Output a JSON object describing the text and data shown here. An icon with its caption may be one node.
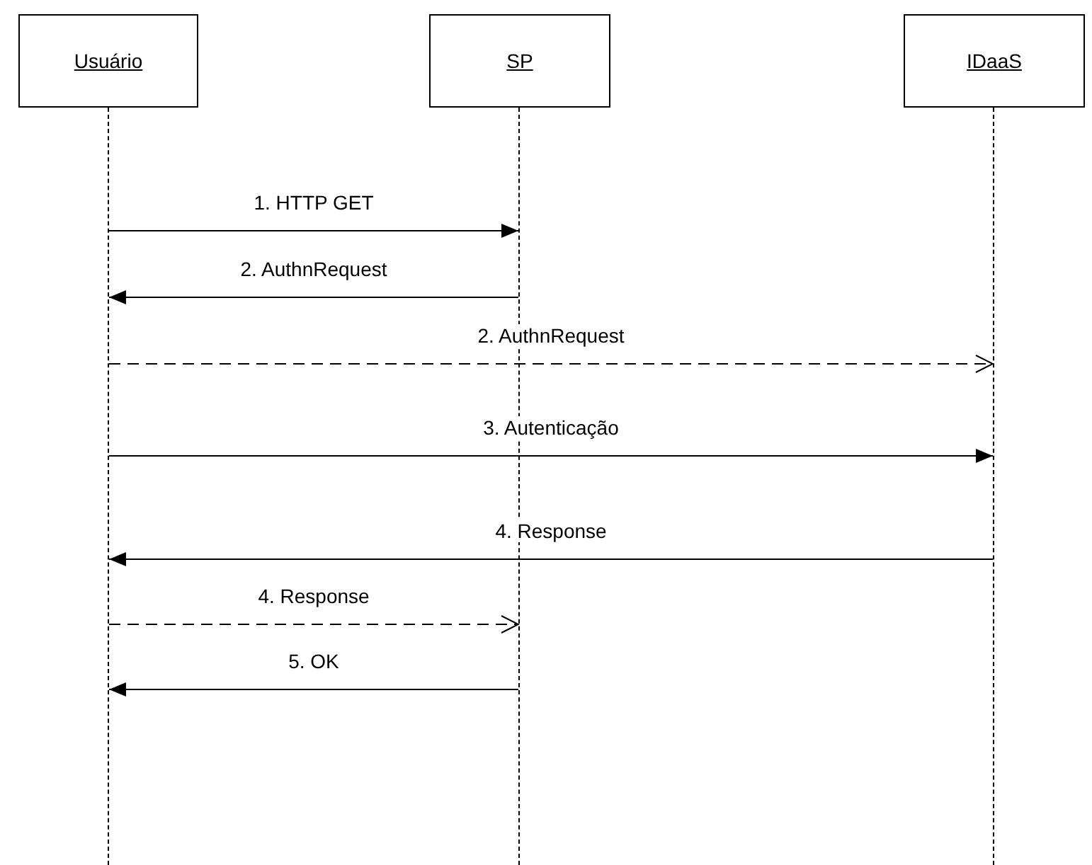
{
  "diagram": {
    "nodes": [
      {
        "text": [
          "Usuário"
        ]
      },
      {
        "text": [
          "SP"
        ]
      },
      {
        "text": [
          "IDaaS"
        ]
      },
      {
        "text": [],
        "shape": "line"
      },
      {
        "text": [],
        "shape": "line"
      },
      {
        "text": [],
        "shape": "line"
      }
    ],
    "edges": [
      {
        "from": 3,
        "to": 4,
        "arrow": "to",
        "label": "1. HTTP GET"
      },
      {
        "from": 4,
        "to": 3,
        "arrow": "to",
        "label": "2. AuthnRequest"
      },
      {
        "from": 3,
        "to": 5,
        "arrow": "to",
        "label": "2. AuthnRequest",
        "style": "dashed"
      },
      {
        "from": 3,
        "to": 5,
        "arrow": "to",
        "label": "3. Autenticação"
      },
      {
        "from": 5,
        "to": 3,
        "arrow": "to",
        "label": "4. Response"
      },
      {
        "from": 3,
        "to": 4,
        "arrow": "to",
        "label": "4. Response",
        "style": "dashed"
      },
      {
        "from": 4,
        "to": 3,
        "arrow": "to",
        "label": "5. OK"
      }
    ]
  }
}
